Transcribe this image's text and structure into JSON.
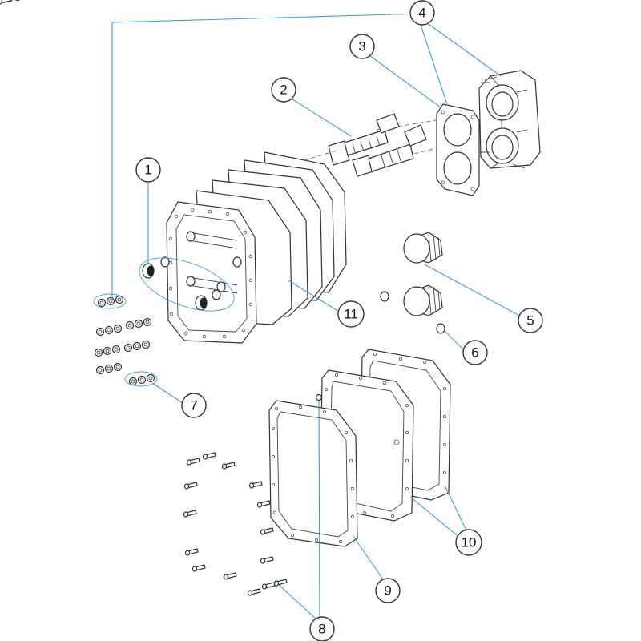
{
  "callouts": {
    "c1": "1",
    "c2": "2",
    "c3": "3",
    "c4": "4",
    "c5": "5",
    "c6": "6",
    "c7": "7",
    "c8": "8",
    "c9": "9",
    "c10": "10",
    "c11": "11"
  },
  "colors": {
    "leader": "#3aa0d8",
    "outline": "#333333"
  }
}
